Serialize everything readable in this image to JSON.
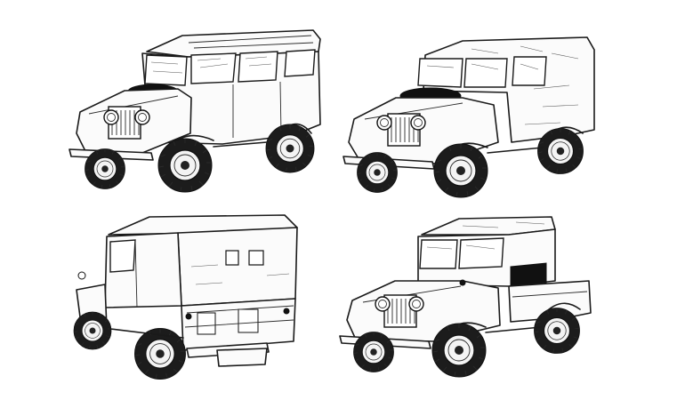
{
  "figure": {
    "panels": [
      {
        "id": "station-wagon",
        "icon": "station-wagon-vehicle-icon"
      },
      {
        "id": "soft-top-front",
        "icon": "canvas-tilt-vehicle-icon"
      },
      {
        "id": "soft-top-rear",
        "icon": "canvas-tilt-rear-vehicle-icon"
      },
      {
        "id": "pickup-cab",
        "icon": "pickup-cab-vehicle-icon"
      }
    ]
  }
}
